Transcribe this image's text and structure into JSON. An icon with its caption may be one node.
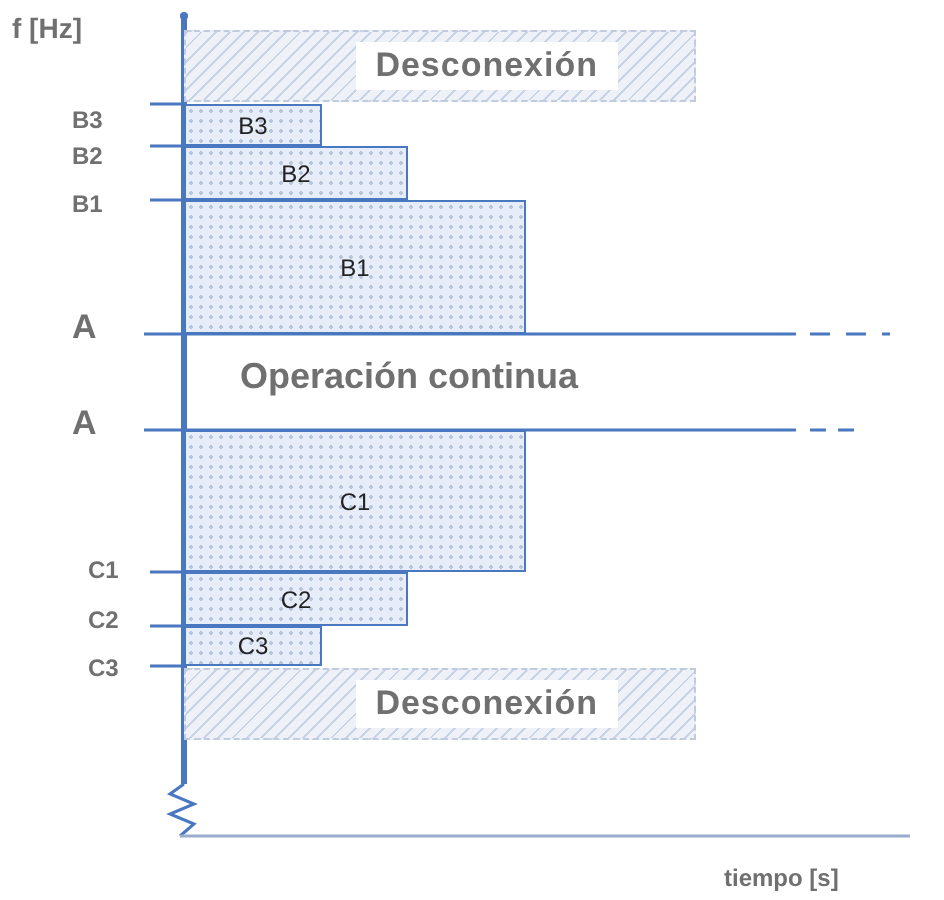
{
  "diagram": {
    "nodes": [
      {
        "text": [
          "Desconexión"
        ]
      },
      {
        "text": [
          "B3"
        ]
      },
      {
        "text": [
          "B2"
        ]
      },
      {
        "text": [
          "B1"
        ]
      },
      {
        "text": [
          "C1"
        ]
      },
      {
        "text": [
          "C2"
        ]
      },
      {
        "text": [
          "C3"
        ]
      },
      {
        "text": [
          "Desconexión"
        ]
      }
    ],
    "edges": [],
    "labels": [
      "f [Hz]",
      "B3",
      "B2",
      "B1",
      "A",
      "Operación continua",
      "A",
      "C1",
      "C2",
      "C3",
      "tiempo [s]"
    ]
  }
}
